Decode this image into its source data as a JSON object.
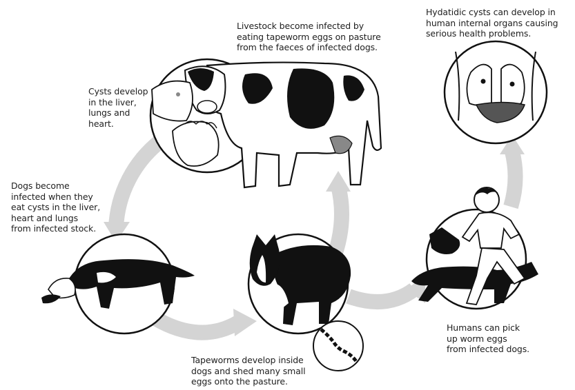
{
  "captions": {
    "livestock": "Livestock become infected by\neating tapeworm eggs on pasture\nfrom the faeces of infected dogs.",
    "hydatid": "Hydatidic cysts can develop in\nhuman internal organs causing\nserious health problems.",
    "cysts": "Cysts develop\nin the liver,\nlungs and\nheart.",
    "dogs": "Dogs become\ninfected when they\neat cysts in the liver,\nheart and lungs\nfrom infected stock.",
    "humans": "Humans can pick\nup worm eggs\nfrom infected dogs.",
    "tapeworm": "Tapeworms develop inside\ndogs and shed many small\neggs onto the pasture."
  },
  "colors": {
    "arrow": "#d4d4d4",
    "ink": "#111111",
    "background": "#ffffff"
  }
}
